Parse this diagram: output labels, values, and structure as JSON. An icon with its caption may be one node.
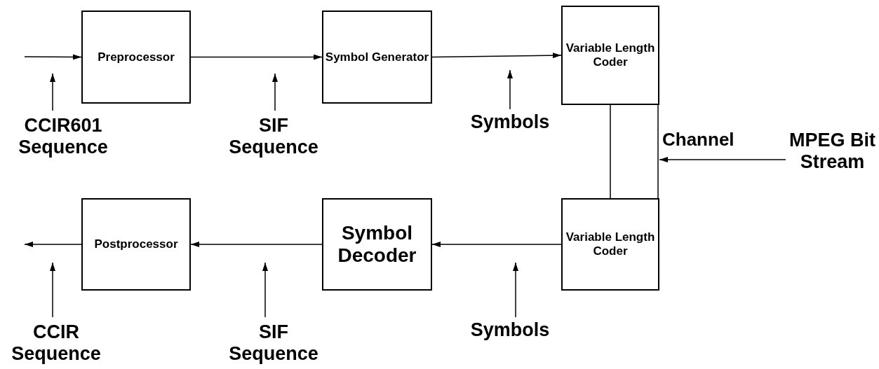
{
  "diagram": {
    "nodes": [
      {
        "text": [
          "Preprocessor"
        ]
      },
      {
        "text": [
          "Symbol Generator"
        ]
      },
      {
        "text": [
          "Variable Length Coder"
        ]
      },
      {
        "text": [
          "Variable Length Coder"
        ]
      },
      {
        "text": [
          "Symbol Decoder"
        ]
      },
      {
        "text": [
          "Postprocessor"
        ]
      },
      {
        "text": [
          "CCIR601 Sequence"
        ]
      },
      {
        "text": [
          "SIF Sequence"
        ]
      },
      {
        "text": [
          "Symbols"
        ]
      },
      {
        "text": [
          "MPEG Bit Stream"
        ]
      },
      {
        "text": [
          "CCIR Sequence"
        ]
      },
      {
        "text": [
          "SIF Sequence"
        ]
      },
      {
        "text": [
          "Symbols"
        ]
      }
    ],
    "edges": [
      {
        "from": null,
        "to": 0,
        "arrow": "to"
      },
      {
        "from": 0,
        "to": 1,
        "arrow": "to"
      },
      {
        "from": 1,
        "to": 2,
        "arrow": "to"
      },
      {
        "from": 2,
        "to": 3,
        "arrow": "none"
      },
      {
        "from": 2,
        "to": 3,
        "arrow": "none",
        "label": "Channel"
      },
      {
        "from": 3,
        "to": 4,
        "arrow": "to"
      },
      {
        "from": 4,
        "to": 5,
        "arrow": "to"
      },
      {
        "from": 5,
        "to": null,
        "arrow": "to"
      },
      {
        "from": 6,
        "to": null,
        "arrow": "to"
      },
      {
        "from": 7,
        "to": null,
        "arrow": "to"
      },
      {
        "from": 8,
        "to": null,
        "arrow": "to"
      },
      {
        "from": 9,
        "to": null,
        "arrow": "to"
      },
      {
        "from": 10,
        "to": null,
        "arrow": "to"
      },
      {
        "from": 11,
        "to": null,
        "arrow": "to"
      },
      {
        "from": 12,
        "to": null,
        "arrow": "to"
      }
    ]
  }
}
